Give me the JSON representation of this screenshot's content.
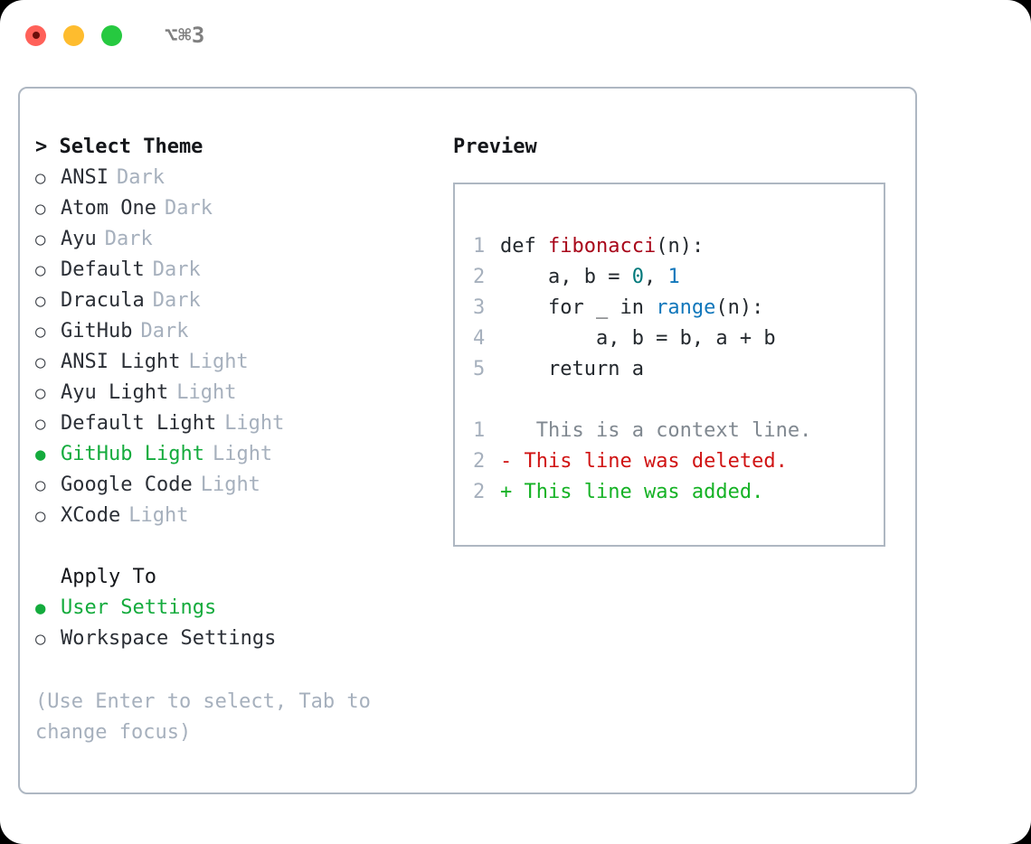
{
  "titlebar": {
    "shortcut": "⌥⌘3",
    "buttons": {
      "close": "close",
      "minimize": "minimize",
      "maximize": "maximize"
    }
  },
  "theme_picker": {
    "heading": "> Select Theme",
    "items": [
      {
        "bullet": "○",
        "label": "ANSI",
        "tag": "Dark",
        "selected": false
      },
      {
        "bullet": "○",
        "label": "Atom One",
        "tag": "Dark",
        "selected": false
      },
      {
        "bullet": "○",
        "label": "Ayu",
        "tag": "Dark",
        "selected": false
      },
      {
        "bullet": "○",
        "label": "Default",
        "tag": "Dark",
        "selected": false
      },
      {
        "bullet": "○",
        "label": "Dracula",
        "tag": "Dark",
        "selected": false
      },
      {
        "bullet": "○",
        "label": "GitHub",
        "tag": "Dark",
        "selected": false
      },
      {
        "bullet": "○",
        "label": "ANSI Light",
        "tag": "Light",
        "selected": false
      },
      {
        "bullet": "○",
        "label": "Ayu Light",
        "tag": "Light",
        "selected": false
      },
      {
        "bullet": "○",
        "label": "Default Light",
        "tag": "Light",
        "selected": false
      },
      {
        "bullet": "●",
        "label": "GitHub Light",
        "tag": "Light",
        "selected": true
      },
      {
        "bullet": "○",
        "label": "Google Code",
        "tag": "Light",
        "selected": false
      },
      {
        "bullet": "○",
        "label": "XCode",
        "tag": "Light",
        "selected": false
      }
    ]
  },
  "apply_to": {
    "heading": "Apply To",
    "items": [
      {
        "bullet": "●",
        "label": "User Settings",
        "selected": true
      },
      {
        "bullet": "○",
        "label": "Workspace Settings",
        "selected": false
      }
    ]
  },
  "hint": "(Use Enter to select, Tab to change focus)",
  "preview": {
    "heading": "Preview",
    "code": [
      {
        "ln": "1",
        "parts": [
          {
            "t": "def ",
            "c": "plain"
          },
          {
            "t": "fibonacci",
            "c": "fn"
          },
          {
            "t": "(n):",
            "c": "plain"
          }
        ]
      },
      {
        "ln": "2",
        "parts": [
          {
            "t": "    a, b = ",
            "c": "plain"
          },
          {
            "t": "0",
            "c": "num0"
          },
          {
            "t": ", ",
            "c": "plain"
          },
          {
            "t": "1",
            "c": "num1"
          }
        ]
      },
      {
        "ln": "3",
        "parts": [
          {
            "t": "    for _ in ",
            "c": "plain"
          },
          {
            "t": "range",
            "c": "call"
          },
          {
            "t": "(n):",
            "c": "plain"
          }
        ]
      },
      {
        "ln": "4",
        "parts": [
          {
            "t": "        a, b = b, a + b",
            "c": "plain"
          }
        ]
      },
      {
        "ln": "5",
        "parts": [
          {
            "t": "    return a",
            "c": "plain"
          }
        ]
      }
    ],
    "diff": [
      {
        "ln": "1",
        "marker": " ",
        "text": "  This is a context line.",
        "kind": "ctx"
      },
      {
        "ln": "2",
        "marker": "-",
        "text": " This line was deleted.",
        "kind": "del"
      },
      {
        "ln": "2",
        "marker": "+",
        "text": " This line was added.",
        "kind": "add"
      }
    ]
  },
  "colors": {
    "accent_green": "#14ab3d",
    "border": "#aeb7c2",
    "muted": "#a6b0bd",
    "text": "#2b2f36",
    "diff_add": "#15b225",
    "diff_del": "#d01313",
    "code_fn": "#a8071a",
    "code_call": "#1177bb",
    "code_num": "#00797b"
  }
}
